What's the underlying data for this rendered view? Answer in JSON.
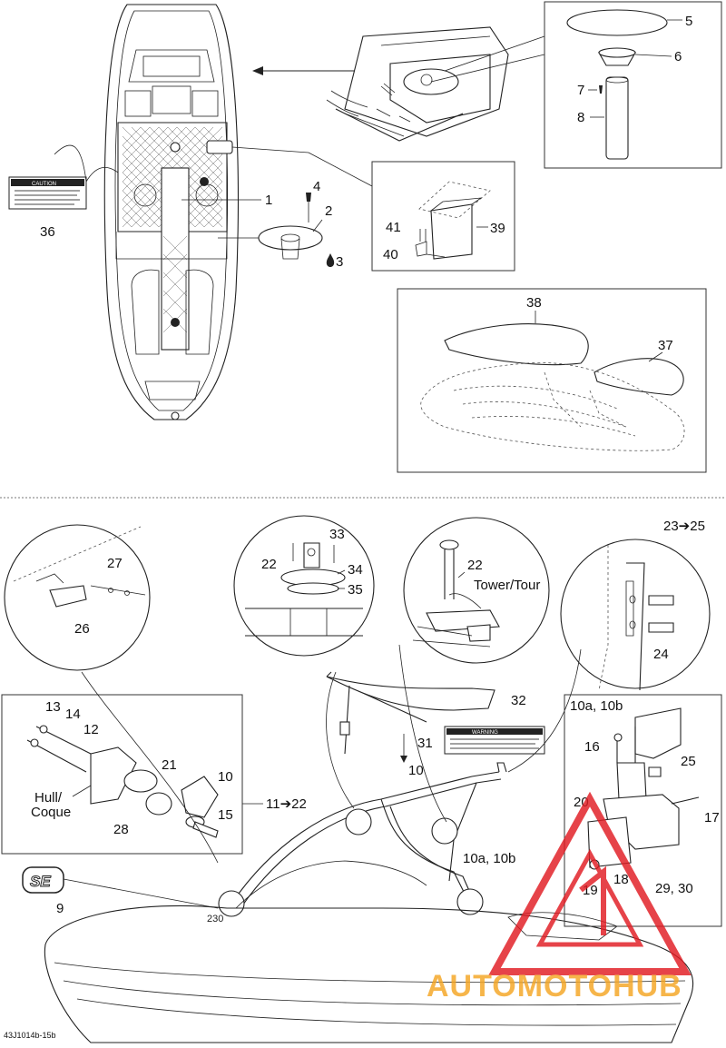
{
  "figure_code": "43J1014b-15b",
  "watermark": {
    "brand": "AUTOMOTOHUB",
    "colors": {
      "triangle": "#e11b22",
      "auto": "#f5a623",
      "hub": "#444444"
    }
  },
  "top_section": {
    "callouts": {
      "c1": "1",
      "c2": "2",
      "c3": "3",
      "c4": "4",
      "c5": "5",
      "c6": "6",
      "c7": "7",
      "c8": "8",
      "c36": "36",
      "c37": "37",
      "c38": "38",
      "c39": "39",
      "c40": "40",
      "c41": "41"
    },
    "caution_label_title": "CAUTION"
  },
  "bottom_section": {
    "callouts": {
      "c9": "9",
      "c10": "10",
      "c10ab": "10a, 10b",
      "c10ab_b": "10a, 10b",
      "c11_22": "11➔22",
      "c12": "12",
      "c13": "13",
      "c14": "14",
      "c15": "15",
      "c16": "16",
      "c17": "17",
      "c18": "18",
      "c19": "19",
      "c20": "20",
      "c21": "21",
      "c22a": "22",
      "c22b": "22",
      "c23_25": "23➔25",
      "c24": "24",
      "c25": "25",
      "c26": "26",
      "c27": "27",
      "c28": "28",
      "c29_30": "29, 30",
      "c31": "31",
      "c32": "32",
      "c33": "33",
      "c34": "34",
      "c35": "35"
    },
    "labels": {
      "tower": "Tower/Tour",
      "hull_line1": "Hull/",
      "hull_line2": "Coque",
      "badge": "SE",
      "boat_model": "230",
      "warning_title": "WARNING"
    }
  }
}
